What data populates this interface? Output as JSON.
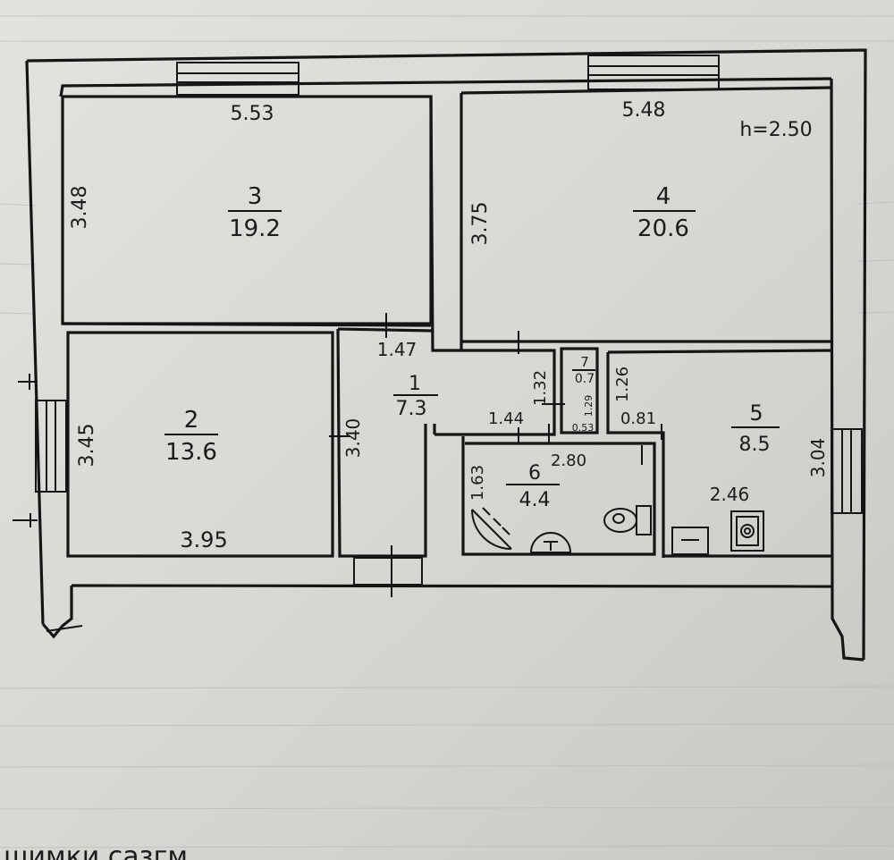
{
  "plan": {
    "ceiling_height": "h=2.50",
    "rooms": [
      {
        "id": "room-3",
        "number": "3",
        "area": "19.2"
      },
      {
        "id": "room-4",
        "number": "4",
        "area": "20.6"
      },
      {
        "id": "room-1",
        "number": "1",
        "area": "7.3"
      },
      {
        "id": "room-2",
        "number": "2",
        "area": "13.6"
      },
      {
        "id": "room-7",
        "number": "7",
        "area": "0.7"
      },
      {
        "id": "room-5",
        "number": "5",
        "area": "8.5"
      },
      {
        "id": "room-6",
        "number": "6",
        "area": "4.4"
      }
    ],
    "dimensions": {
      "room3_width": "5.53",
      "room3_height": "3.48",
      "room4_width": "5.48",
      "room4_height": "3.75",
      "room2_height": "3.45",
      "room2_width": "3.95",
      "corridor_width": "1.47",
      "corridor_height": "3.40",
      "hall_width": "1.44",
      "hall_height": "1.32",
      "closet_height": "1.29",
      "closet_width": "0.53",
      "passage_height": "1.26",
      "passage_width": "0.81",
      "kitchen_height": "3.04",
      "kitchen_width": "2.46",
      "bath_height": "1.63",
      "bath_width": "2.80"
    },
    "footer_text": "шимки сазгм"
  },
  "colors": {
    "paper": "#d9d7d3",
    "ink": "#151515"
  }
}
